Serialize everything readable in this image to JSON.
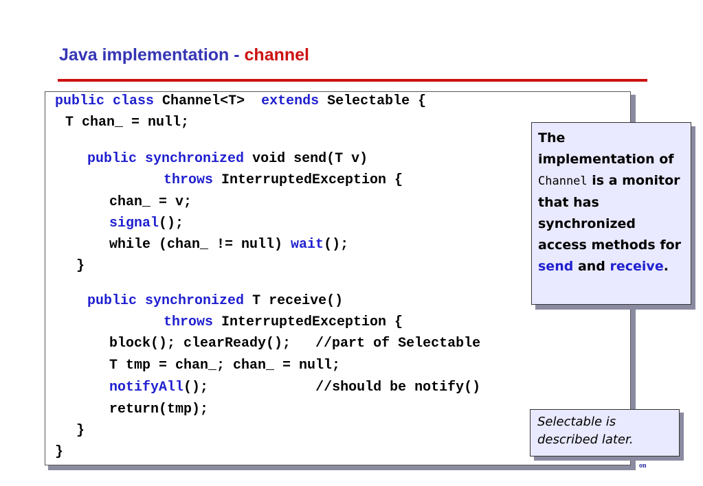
{
  "slide": {
    "title_main": "Java implementation - ",
    "title_accent": "channel",
    "colors": {
      "title": "#3535b5",
      "accent": "#cc1111",
      "keyword": "#2020d0",
      "note_bg": "#e9e9ff"
    }
  },
  "code": {
    "l1": {
      "kw1": "public",
      "kw2": "class",
      "t1": " Channel<T>  ",
      "kw3": "extends",
      "t2": " Selectable {"
    },
    "l2": {
      "t1": "T chan_ = null;"
    },
    "l3": {
      "kw1": "public",
      "kw2": "synchronized",
      "t1": " void send(T v)"
    },
    "l4": {
      "kw1": "throws",
      "t1": " InterruptedException {"
    },
    "l5": {
      "t1": "chan_ = v;"
    },
    "l6": {
      "kw1": "signal",
      "t1": "();"
    },
    "l7": {
      "t1": "while (chan_ != null) ",
      "kw1": "wait",
      "t2": "();"
    },
    "l8": {
      "t1": "}"
    },
    "l9": {
      "kw1": "public",
      "kw2": "synchronized",
      "t1": " T receive()"
    },
    "l10": {
      "kw1": "throws",
      "t1": " InterruptedException {"
    },
    "l11": {
      "t1": "block(); clearReady();   //part of Selectable"
    },
    "l12": {
      "t1": "T tmp = chan_; chan_ = null;"
    },
    "l13": {
      "kw1": "notifyAll",
      "t1": "();             //should be notify()"
    },
    "l14": {
      "t1": "return(tmp);"
    },
    "l15": {
      "t1": "}"
    },
    "l16": {
      "t1": "}"
    }
  },
  "note": {
    "p1": "The implementation of ",
    "code_word": "Channel",
    "p2": " is a monitor that has synchronized access methods for ",
    "send": "send",
    "and": " and ",
    "receive": "receive",
    "period": "."
  },
  "note2": {
    "text": "Selectable is described later."
  },
  "footer": {
    "text": "on"
  }
}
